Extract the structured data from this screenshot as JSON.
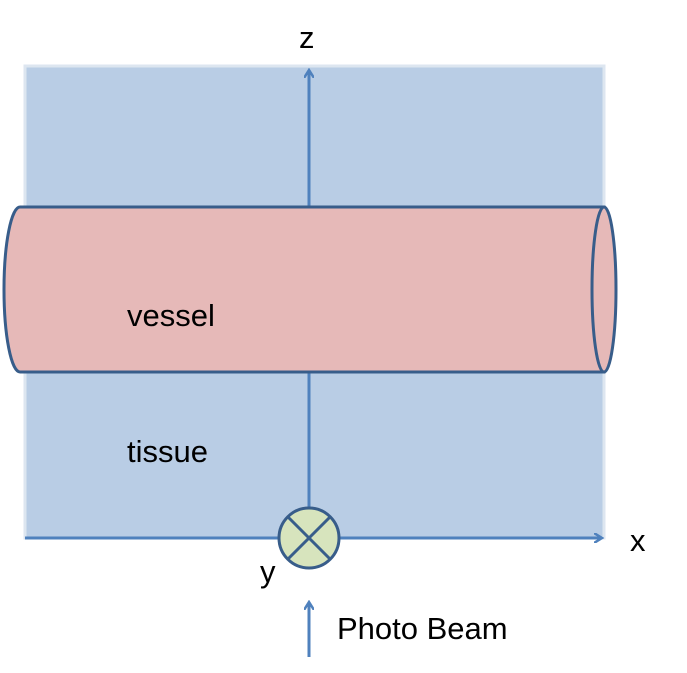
{
  "diagram": {
    "labels": {
      "z_axis": "z",
      "x_axis": "x",
      "y_axis": "y",
      "vessel": "vessel",
      "tissue": "tissue",
      "beam": "Photo Beam"
    },
    "colors": {
      "tissue_fill": "#b9cde5",
      "tissue_border": "#dde6f0",
      "vessel_fill": "#e6b9b8",
      "line": "#4f81bd",
      "vessel_outline": "#385d8a",
      "y_marker_fill": "#d7e4bd"
    }
  }
}
